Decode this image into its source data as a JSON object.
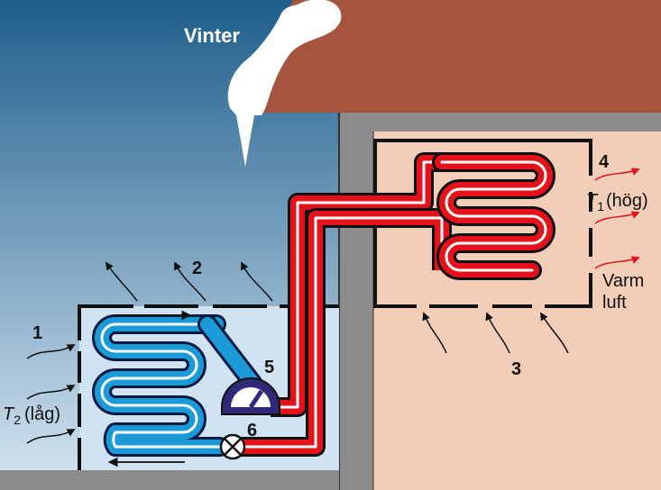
{
  "title": "Vinter",
  "labels": {
    "n1": "1",
    "n2": "2",
    "n3": "3",
    "n4": "4",
    "n5": "5",
    "n6": "6"
  },
  "t1": {
    "symbol": "T",
    "subscript": "1",
    "suffix": "(hög)"
  },
  "t2": {
    "symbol": "T",
    "subscript": "2",
    "suffix": "(låg)"
  },
  "warm_air": {
    "line1": "Varm",
    "line2": "luft"
  },
  "colors": {
    "sky_top": "#1f5e8c",
    "sky_bottom": "#d6e6f2",
    "roof": "#a65440",
    "wall": "#8c8c8c",
    "interior": "#f2cdb8",
    "outdoor_unit": "#cfe3f3",
    "cold_pipe": "#1a9ad6",
    "hot_pipe": "#e3121b",
    "compressor": "#2e2a78",
    "snow": "#ffffff"
  }
}
